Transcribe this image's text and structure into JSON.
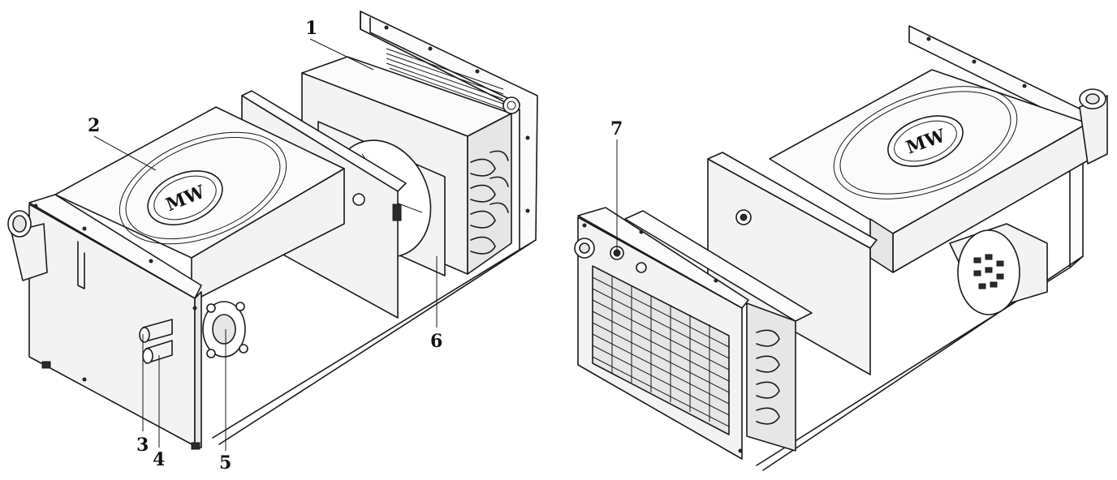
{
  "diagram": {
    "callouts": [
      {
        "id": "1",
        "text": "1"
      },
      {
        "id": "2",
        "text": "2"
      },
      {
        "id": "3",
        "text": "3"
      },
      {
        "id": "4",
        "text": "4"
      },
      {
        "id": "5",
        "text": "5"
      },
      {
        "id": "6",
        "text": "6"
      },
      {
        "id": "7",
        "text": "7"
      }
    ],
    "logo_text": "MW"
  }
}
